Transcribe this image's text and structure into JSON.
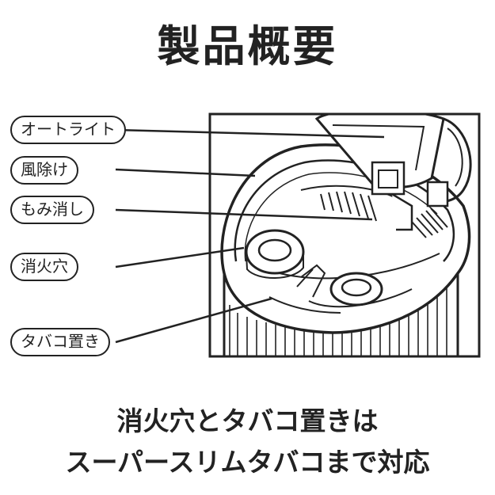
{
  "title": "製品概要",
  "labels": {
    "auto_light": "オートライト",
    "windshield": "風除け",
    "extinguisher_grip": "もみ消し",
    "extinguish_hole": "消火穴",
    "cigarette_rest": "タバコ置き"
  },
  "caption": {
    "line1": "消火穴とタバコ置きは",
    "line2": "スーパースリムタバコまで対応"
  }
}
